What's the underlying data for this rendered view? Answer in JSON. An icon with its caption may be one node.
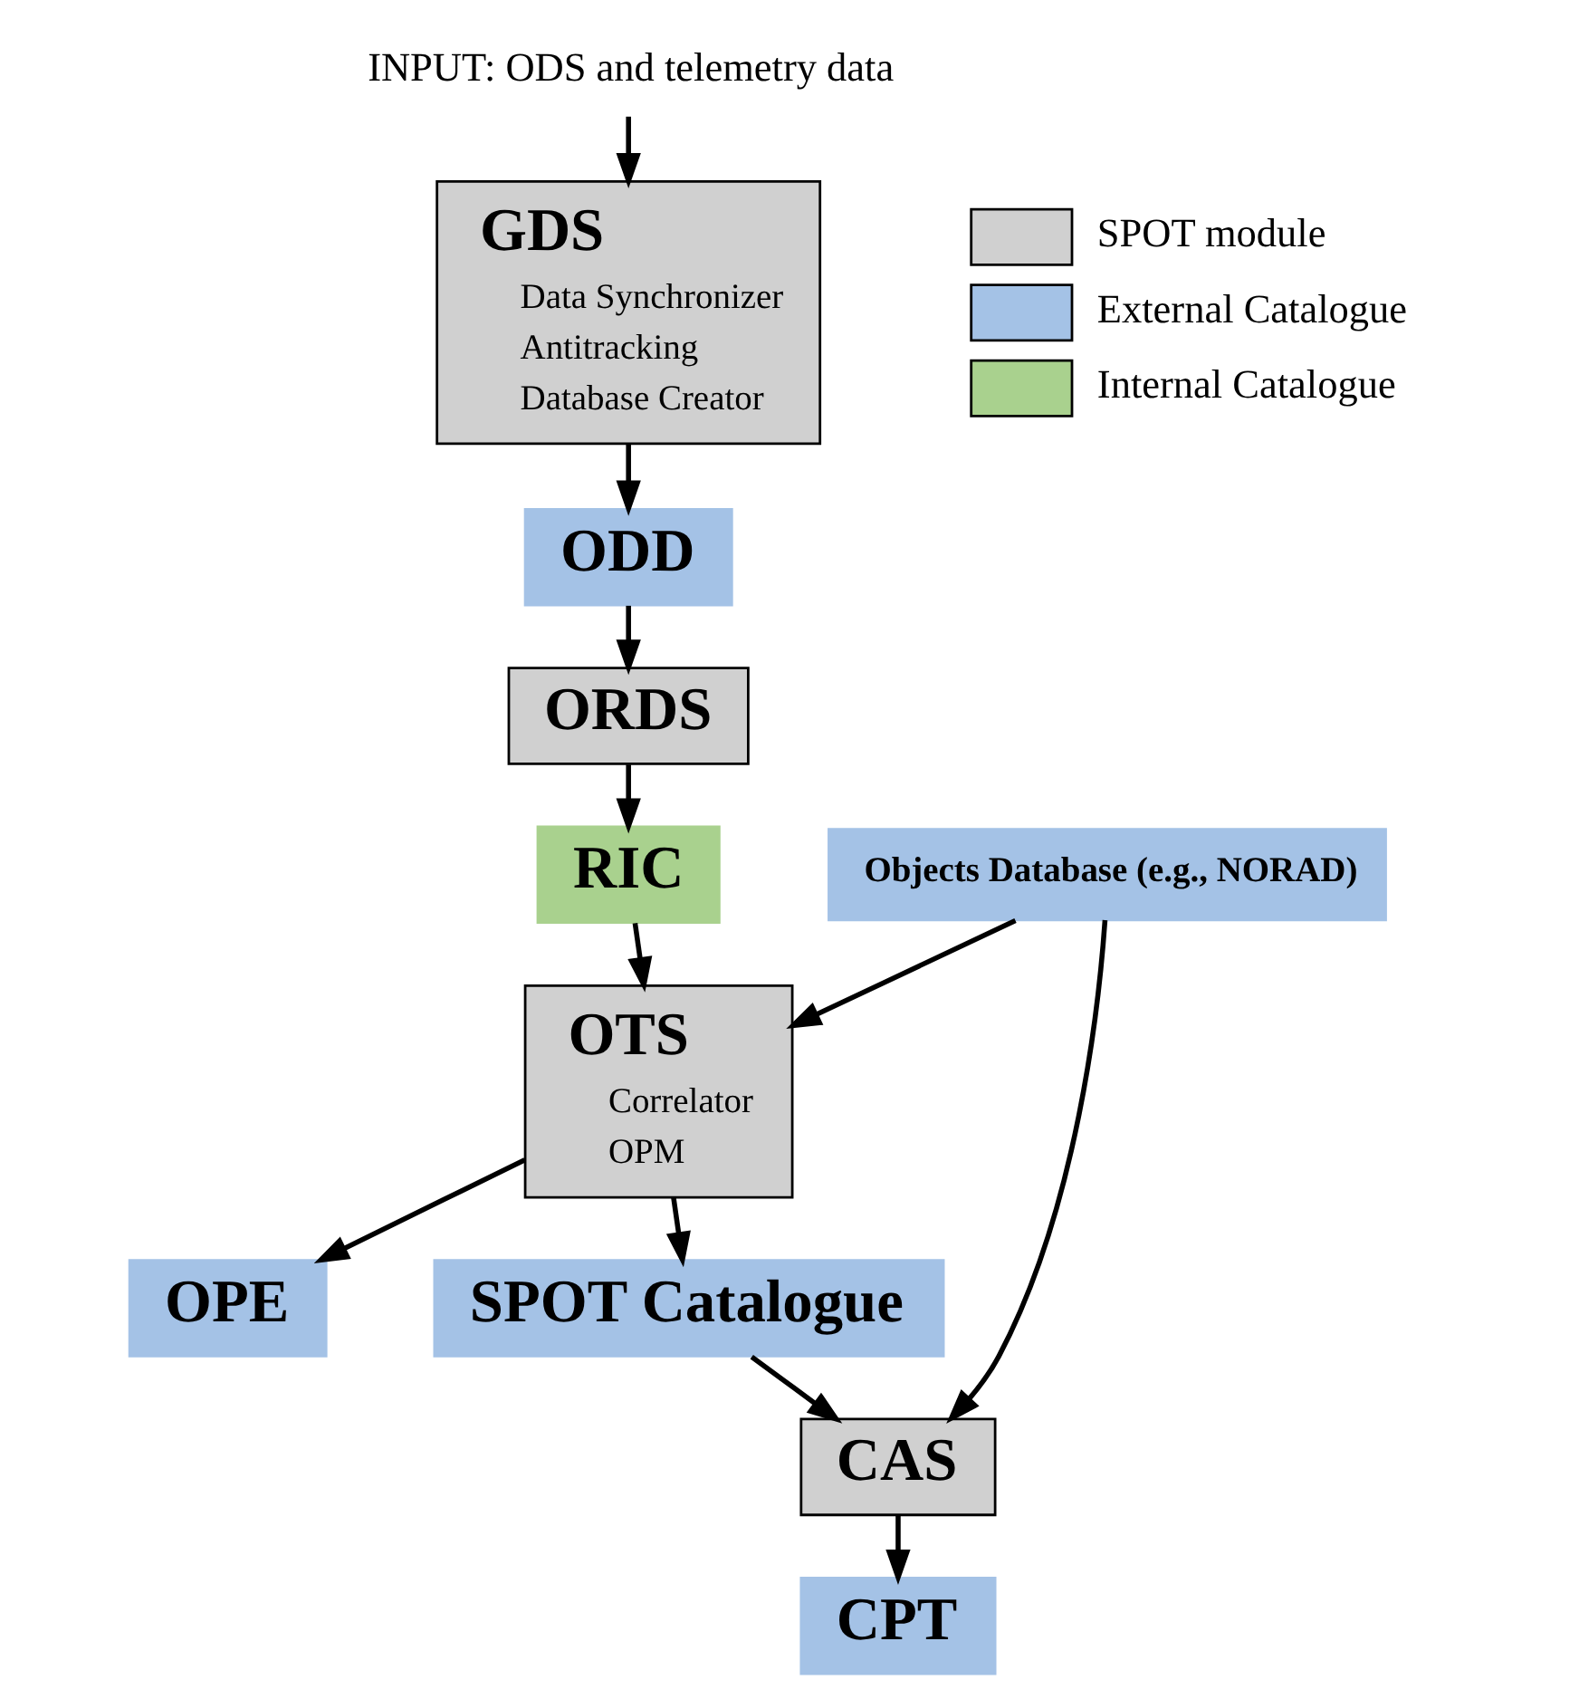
{
  "diagram": {
    "nodes": [
      {
        "text": [
          "INPUT: ODS and telemetry data"
        ]
      },
      {
        "text": [
          "GDS",
          "Data Synchronizer",
          "Antitracking",
          "Database Creator"
        ]
      },
      {
        "text": [
          "ODD"
        ]
      },
      {
        "text": [
          "ORDS"
        ]
      },
      {
        "text": [
          "RIC"
        ]
      },
      {
        "text": [
          "Objects Database (e.g., NORAD)"
        ]
      },
      {
        "text": [
          "OTS",
          "Correlator",
          "OPM"
        ]
      },
      {
        "text": [
          "OPE"
        ]
      },
      {
        "text": [
          "SPOT Catalogue"
        ]
      },
      {
        "text": [
          "CAS"
        ]
      },
      {
        "text": [
          "CPT"
        ]
      }
    ],
    "edges": [
      {
        "from": 0,
        "to": 1,
        "arrow": "to"
      },
      {
        "from": 1,
        "to": 2,
        "arrow": "to"
      },
      {
        "from": 2,
        "to": 3,
        "arrow": "to"
      },
      {
        "from": 3,
        "to": 4,
        "arrow": "to"
      },
      {
        "from": 4,
        "to": 6,
        "arrow": "to"
      },
      {
        "from": 5,
        "to": 6,
        "arrow": "to"
      },
      {
        "from": 6,
        "to": 7,
        "arrow": "to"
      },
      {
        "from": 6,
        "to": 8,
        "arrow": "to"
      },
      {
        "from": 8,
        "to": 9,
        "arrow": "to"
      },
      {
        "from": 5,
        "to": 9,
        "arrow": "to"
      },
      {
        "from": 9,
        "to": 10,
        "arrow": "to"
      }
    ],
    "legend": [
      {
        "text": "SPOT module",
        "color": "#d0d0d0"
      },
      {
        "text": "External Catalogue",
        "color": "#a4c2e6"
      },
      {
        "text": "Internal Catalogue",
        "color": "#a9d18e"
      }
    ]
  }
}
